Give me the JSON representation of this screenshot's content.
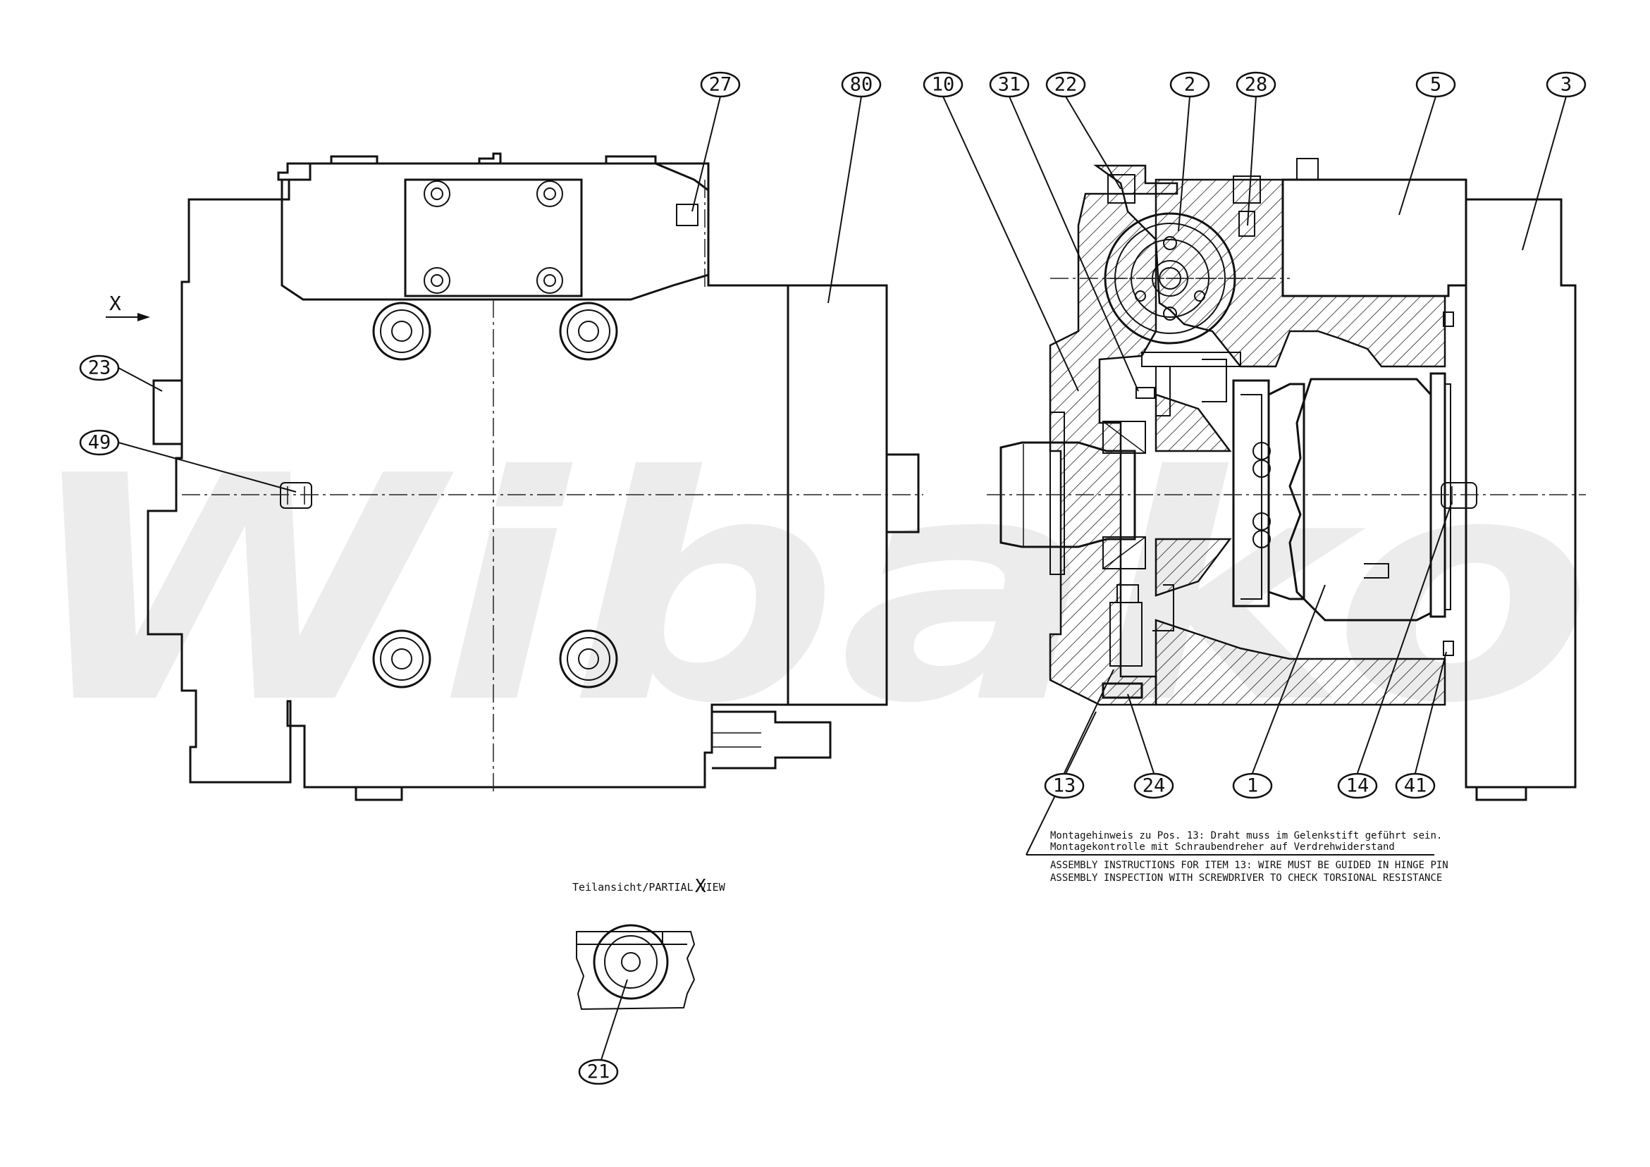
{
  "watermark": "Wibako",
  "view_marker": "X",
  "partial_view": {
    "label": "Teilansicht/PARTIAL VIEW",
    "letter": "X"
  },
  "assembly_note": {
    "de": [
      "Montagehinweis zu Pos. 13: Draht muss im Gelenkstift geführt sein.",
      "Montagekontrolle mit Schraubendreher auf Verdrehwiderstand"
    ],
    "en": [
      "ASSEMBLY INSTRUCTIONS FOR ITEM 13: WIRE MUST BE GUIDED IN HINGE PIN",
      "ASSEMBLY INSPECTION WITH SCREWDRIVER TO CHECK TORSIONAL RESISTANCE"
    ]
  },
  "callouts": [
    {
      "id": "27"
    },
    {
      "id": "80"
    },
    {
      "id": "10"
    },
    {
      "id": "31"
    },
    {
      "id": "22"
    },
    {
      "id": "2"
    },
    {
      "id": "28"
    },
    {
      "id": "5"
    },
    {
      "id": "3"
    },
    {
      "id": "23"
    },
    {
      "id": "49"
    },
    {
      "id": "13"
    },
    {
      "id": "24"
    },
    {
      "id": "1"
    },
    {
      "id": "14"
    },
    {
      "id": "41"
    },
    {
      "id": "21"
    }
  ]
}
